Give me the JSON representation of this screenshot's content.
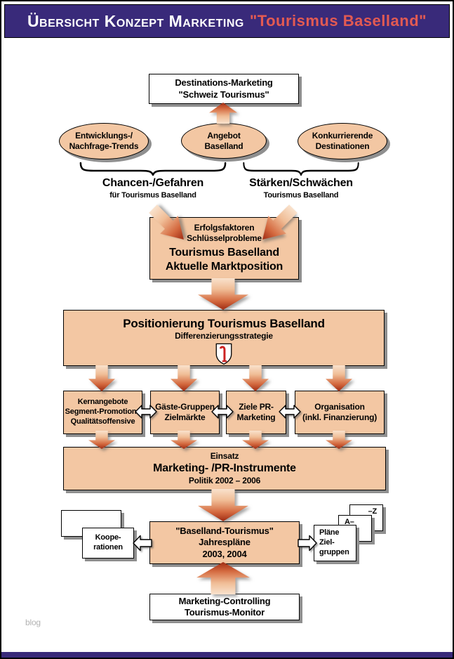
{
  "header": {
    "title": "Übersicht Konzept Marketing",
    "title_accent": "\"Tourismus Baselland\""
  },
  "top": {
    "destinations": {
      "line1": "Destinations-Marketing",
      "line2": "\"Schweiz Tourismus\""
    },
    "ellipses": {
      "left": {
        "line1": "Entwicklungs-/",
        "line2": "Nachfrage-Trends"
      },
      "center": {
        "line1": "Angebot",
        "line2": "Baselland"
      },
      "right": {
        "line1": "Konkurrierende",
        "line2": "Destinationen"
      }
    },
    "braces": {
      "left": {
        "title": "Chancen-/Gefahren",
        "subtitle": "für Tourismus Baselland"
      },
      "right": {
        "title": "Stärken/Schwächen",
        "subtitle": "Tourismus Baselland"
      }
    }
  },
  "middle": {
    "erfolg": {
      "line1": "Erfolgsfaktoren",
      "line2": "Schlüsselprobleme",
      "line3": "Tourismus Baselland",
      "line4": "Aktuelle Marktposition"
    },
    "positionierung": {
      "line1": "Positionierung Tourismus Baselland",
      "line2": "Differenzierungsstrategie"
    },
    "pillars": [
      {
        "line1": "Kernangebote",
        "line2": "Segment-Promotions",
        "line3": "Qualitätsoffensive"
      },
      {
        "line1": "Gäste-Gruppen",
        "line2": "Zielmärkte"
      },
      {
        "line1": "Ziele PR-",
        "line2": "Marketing"
      },
      {
        "line1": "Organisation",
        "line2": "(inkl. Finanzierung)"
      }
    ],
    "einsatz": {
      "line1": "Einsatz",
      "line2": "Marketing- /PR-Instrumente",
      "line3": "Politik 2002 – 2006"
    }
  },
  "bottom": {
    "jahresplaene": {
      "line1": "\"Baselland-Tourismus\"",
      "line2": "Jahrespläne",
      "line3": "2003, 2004"
    },
    "kooperationen": {
      "line1": "Koope-",
      "line2": "rationen"
    },
    "plaene_cards": {
      "front": {
        "line1": "Pläne",
        "line2": "Ziel-",
        "line3": "gruppen"
      },
      "mid": "A–",
      "back": "–Z"
    },
    "controlling": {
      "line1": "Marketing-Controlling",
      "line2": "Tourismus-Monitor"
    }
  },
  "watermark": "blog",
  "colors": {
    "header_bg": "#392a7a",
    "accent_text": "#e35a52",
    "box_fill": "#f3c7a3",
    "arrow_dark": "#9e2a12",
    "arrow_light": "#f9e2cd",
    "crest_red": "#cc2222",
    "shadow": "#8f8f8f"
  }
}
